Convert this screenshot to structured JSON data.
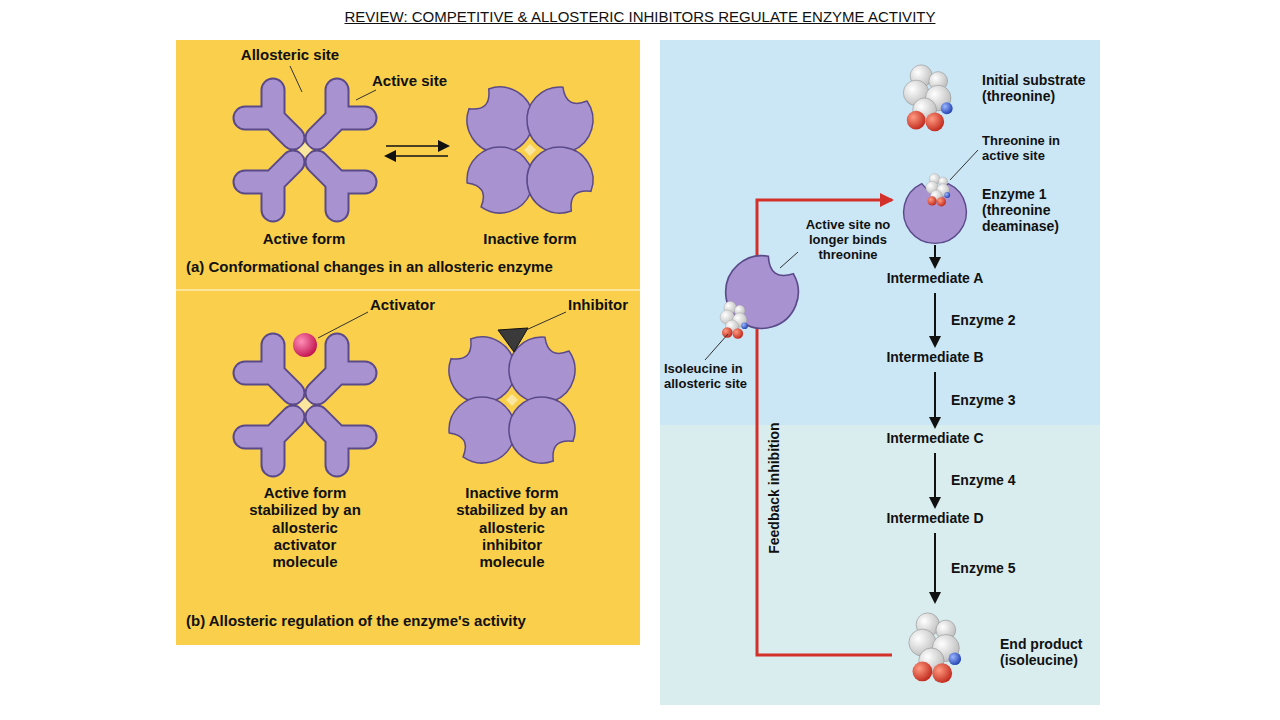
{
  "diagram": {
    "title": "REVIEW: COMPETITIVE & ALLOSTERIC INHIBITORS REGULATE ENZYME ACTIVITY",
    "nodes": [
      {
        "text": [
          "(a) Conformational changes in an allosteric enzyme"
        ]
      },
      {
        "text": [
          "Active form"
        ],
        "in": 0
      },
      {
        "text": [
          "Inactive form"
        ],
        "in": 0
      },
      {
        "text": [
          "(b) Allosteric regulation of the enzyme's activity"
        ]
      },
      {
        "text": [
          "Active form stabilized by an allosteric activator molecule"
        ],
        "in": 3
      },
      {
        "text": [
          "Inactive form stabilized by an allosteric inhibitor molecule"
        ],
        "in": 3
      },
      {
        "text": [
          "Initial substrate (threonine)"
        ]
      },
      {
        "text": [
          "Enzyme 1 (threonine deaminase)"
        ]
      },
      {
        "text": [
          "Active site no longer binds threonine",
          "Isoleucine in allosteric site"
        ]
      },
      {
        "text": [
          "Intermediate A"
        ]
      },
      {
        "text": [
          "Intermediate B"
        ]
      },
      {
        "text": [
          "Intermediate C"
        ]
      },
      {
        "text": [
          "Intermediate D"
        ]
      },
      {
        "text": [
          "End product (isoleucine)"
        ]
      }
    ],
    "edges": [
      {
        "from": 1,
        "to": 2,
        "arrow": "both"
      },
      {
        "from": 7,
        "to": 9,
        "arrow": "to"
      },
      {
        "from": 9,
        "to": 10,
        "label": "Enzyme 2",
        "arrow": "to"
      },
      {
        "from": 10,
        "to": 11,
        "label": "Enzyme 3",
        "arrow": "to"
      },
      {
        "from": 11,
        "to": 12,
        "label": "Enzyme 4",
        "arrow": "to"
      },
      {
        "from": 12,
        "to": 13,
        "label": "Enzyme 5",
        "arrow": "to"
      },
      {
        "from": 13,
        "to": 7,
        "label": "Feedback inhibition",
        "arrow": "to"
      }
    ],
    "labels": [
      "Allosteric site",
      "Active site",
      "Activator",
      "Inhibitor",
      "Threonine in active site"
    ]
  }
}
